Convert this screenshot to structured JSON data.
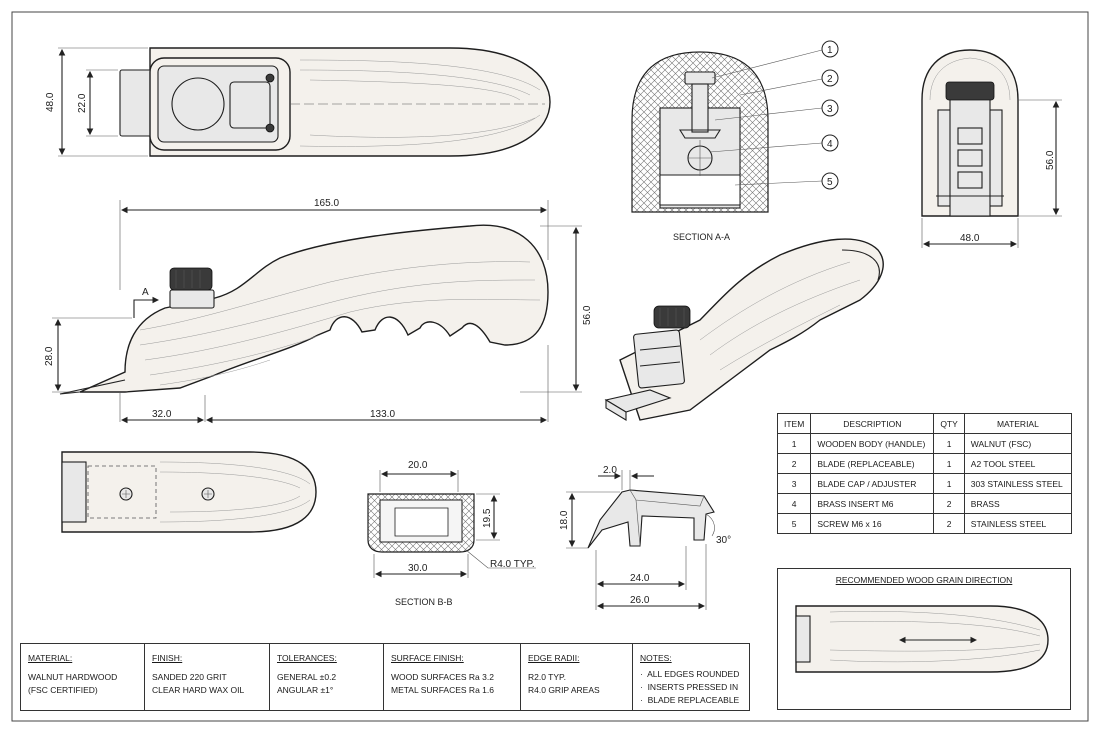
{
  "views": {
    "top": {
      "dim_height": "48.0",
      "dim_mouth": "22.0"
    },
    "side": {
      "dim_length": "165.0",
      "dim_height": "56.0",
      "dim_blade_height": "28.0",
      "dim_front": "32.0",
      "dim_rear": "133.0",
      "section_marker": "A"
    },
    "section_aa": {
      "label": "SECTION A-A",
      "callouts": [
        "1",
        "2",
        "3",
        "4",
        "5"
      ]
    },
    "end": {
      "dim_height": "56.0",
      "dim_width": "48.0"
    },
    "section_bb": {
      "label": "SECTION B-B",
      "dim_top": "20.0",
      "dim_height": "19.5",
      "dim_bottom": "30.0",
      "radius": "R4.0 TYP."
    },
    "blade_detail": {
      "dim_thickness": "2.0",
      "dim_height": "18.0",
      "dim_angle": "30°",
      "dim_inner": "24.0",
      "dim_outer": "26.0"
    }
  },
  "bom": {
    "headers": [
      "ITEM",
      "DESCRIPTION",
      "QTY",
      "MATERIAL"
    ],
    "rows": [
      [
        "1",
        "WOODEN BODY (HANDLE)",
        "1",
        "WALNUT (FSC)"
      ],
      [
        "2",
        "BLADE (REPLACEABLE)",
        "1",
        "A2 TOOL STEEL"
      ],
      [
        "3",
        "BLADE CAP / ADJUSTER",
        "1",
        "303 STAINLESS STEEL"
      ],
      [
        "4",
        "BRASS INSERT M6",
        "2",
        "BRASS"
      ],
      [
        "5",
        "SCREW M6 x 16",
        "2",
        "STAINLESS STEEL"
      ]
    ]
  },
  "grain": {
    "title": "RECOMMENDED WOOD GRAIN DIRECTION"
  },
  "title_block": {
    "material": {
      "heading": "MATERIAL:",
      "line1": "WALNUT HARDWOOD",
      "line2": "(FSC CERTIFIED)"
    },
    "finish": {
      "heading": "FINISH:",
      "line1": "SANDED 220 GRIT",
      "line2": "CLEAR HARD WAX OIL"
    },
    "tolerances": {
      "heading": "TOLERANCES:",
      "line1": "GENERAL ±0.2",
      "line2": "ANGULAR ±1°"
    },
    "surface": {
      "heading": "SURFACE FINISH:",
      "line1": "WOOD SURFACES Ra 3.2",
      "line2": "METAL SURFACES Ra 1.6"
    },
    "edges": {
      "heading": "EDGE RADII:",
      "line1": "R2.0 TYP.",
      "line2": "R4.0 GRIP AREAS"
    },
    "notes": {
      "heading": "NOTES:",
      "items": [
        "ALL EDGES ROUNDED",
        "INSERTS PRESSED IN",
        "BLADE REPLACEABLE"
      ]
    }
  }
}
